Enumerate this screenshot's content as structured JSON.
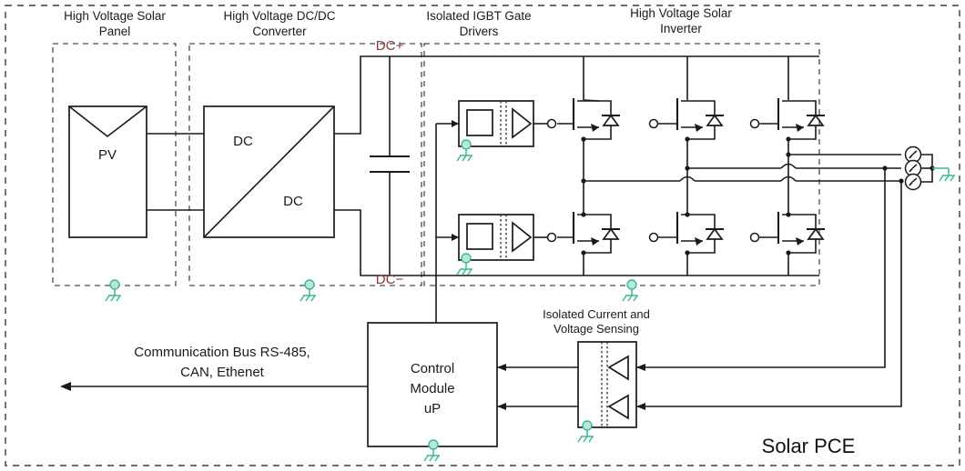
{
  "diagram": {
    "title": "Solar PCE",
    "sections": [
      {
        "id": "pv",
        "label_line1": "High Voltage Solar",
        "label_line2": "Panel"
      },
      {
        "id": "dcdc",
        "label_line1": "High Voltage DC/DC",
        "label_line2": "Converter"
      },
      {
        "id": "gate",
        "label_line1": "Isolated IGBT Gate",
        "label_line2": "Drivers"
      },
      {
        "id": "inverter",
        "label_line1": "High Voltage Solar",
        "label_line2": "Inverter"
      }
    ],
    "blocks": {
      "pv": {
        "label": "PV"
      },
      "dcdc": {
        "label_top": "DC",
        "label_bottom": "DC"
      },
      "control": {
        "line1": "Control",
        "line2": "Module",
        "line3": "uP"
      },
      "sensing": {
        "label_line1": "Isolated Current and",
        "label_line2": "Voltage Sensing"
      }
    },
    "bus_labels": {
      "dc_plus": "DC+",
      "dc_minus": "DC−"
    },
    "comm": {
      "line1": "Communication Bus RS-485,",
      "line2": "CAN, Ethenet"
    },
    "colors": {
      "wire": "#1a1a1a",
      "dc_label": "#8b3a3a",
      "ground": "#3cb79a",
      "ground_fill": "#b8e6da",
      "dashed_border": "#4a4a4a",
      "background": "#ffffff"
    },
    "counts": {
      "igbt_high_side": 3,
      "igbt_low_side": 3,
      "gate_drivers": 2,
      "sense_amplifiers": 2,
      "ac_phases": 3,
      "ground_symbols": 7
    }
  }
}
